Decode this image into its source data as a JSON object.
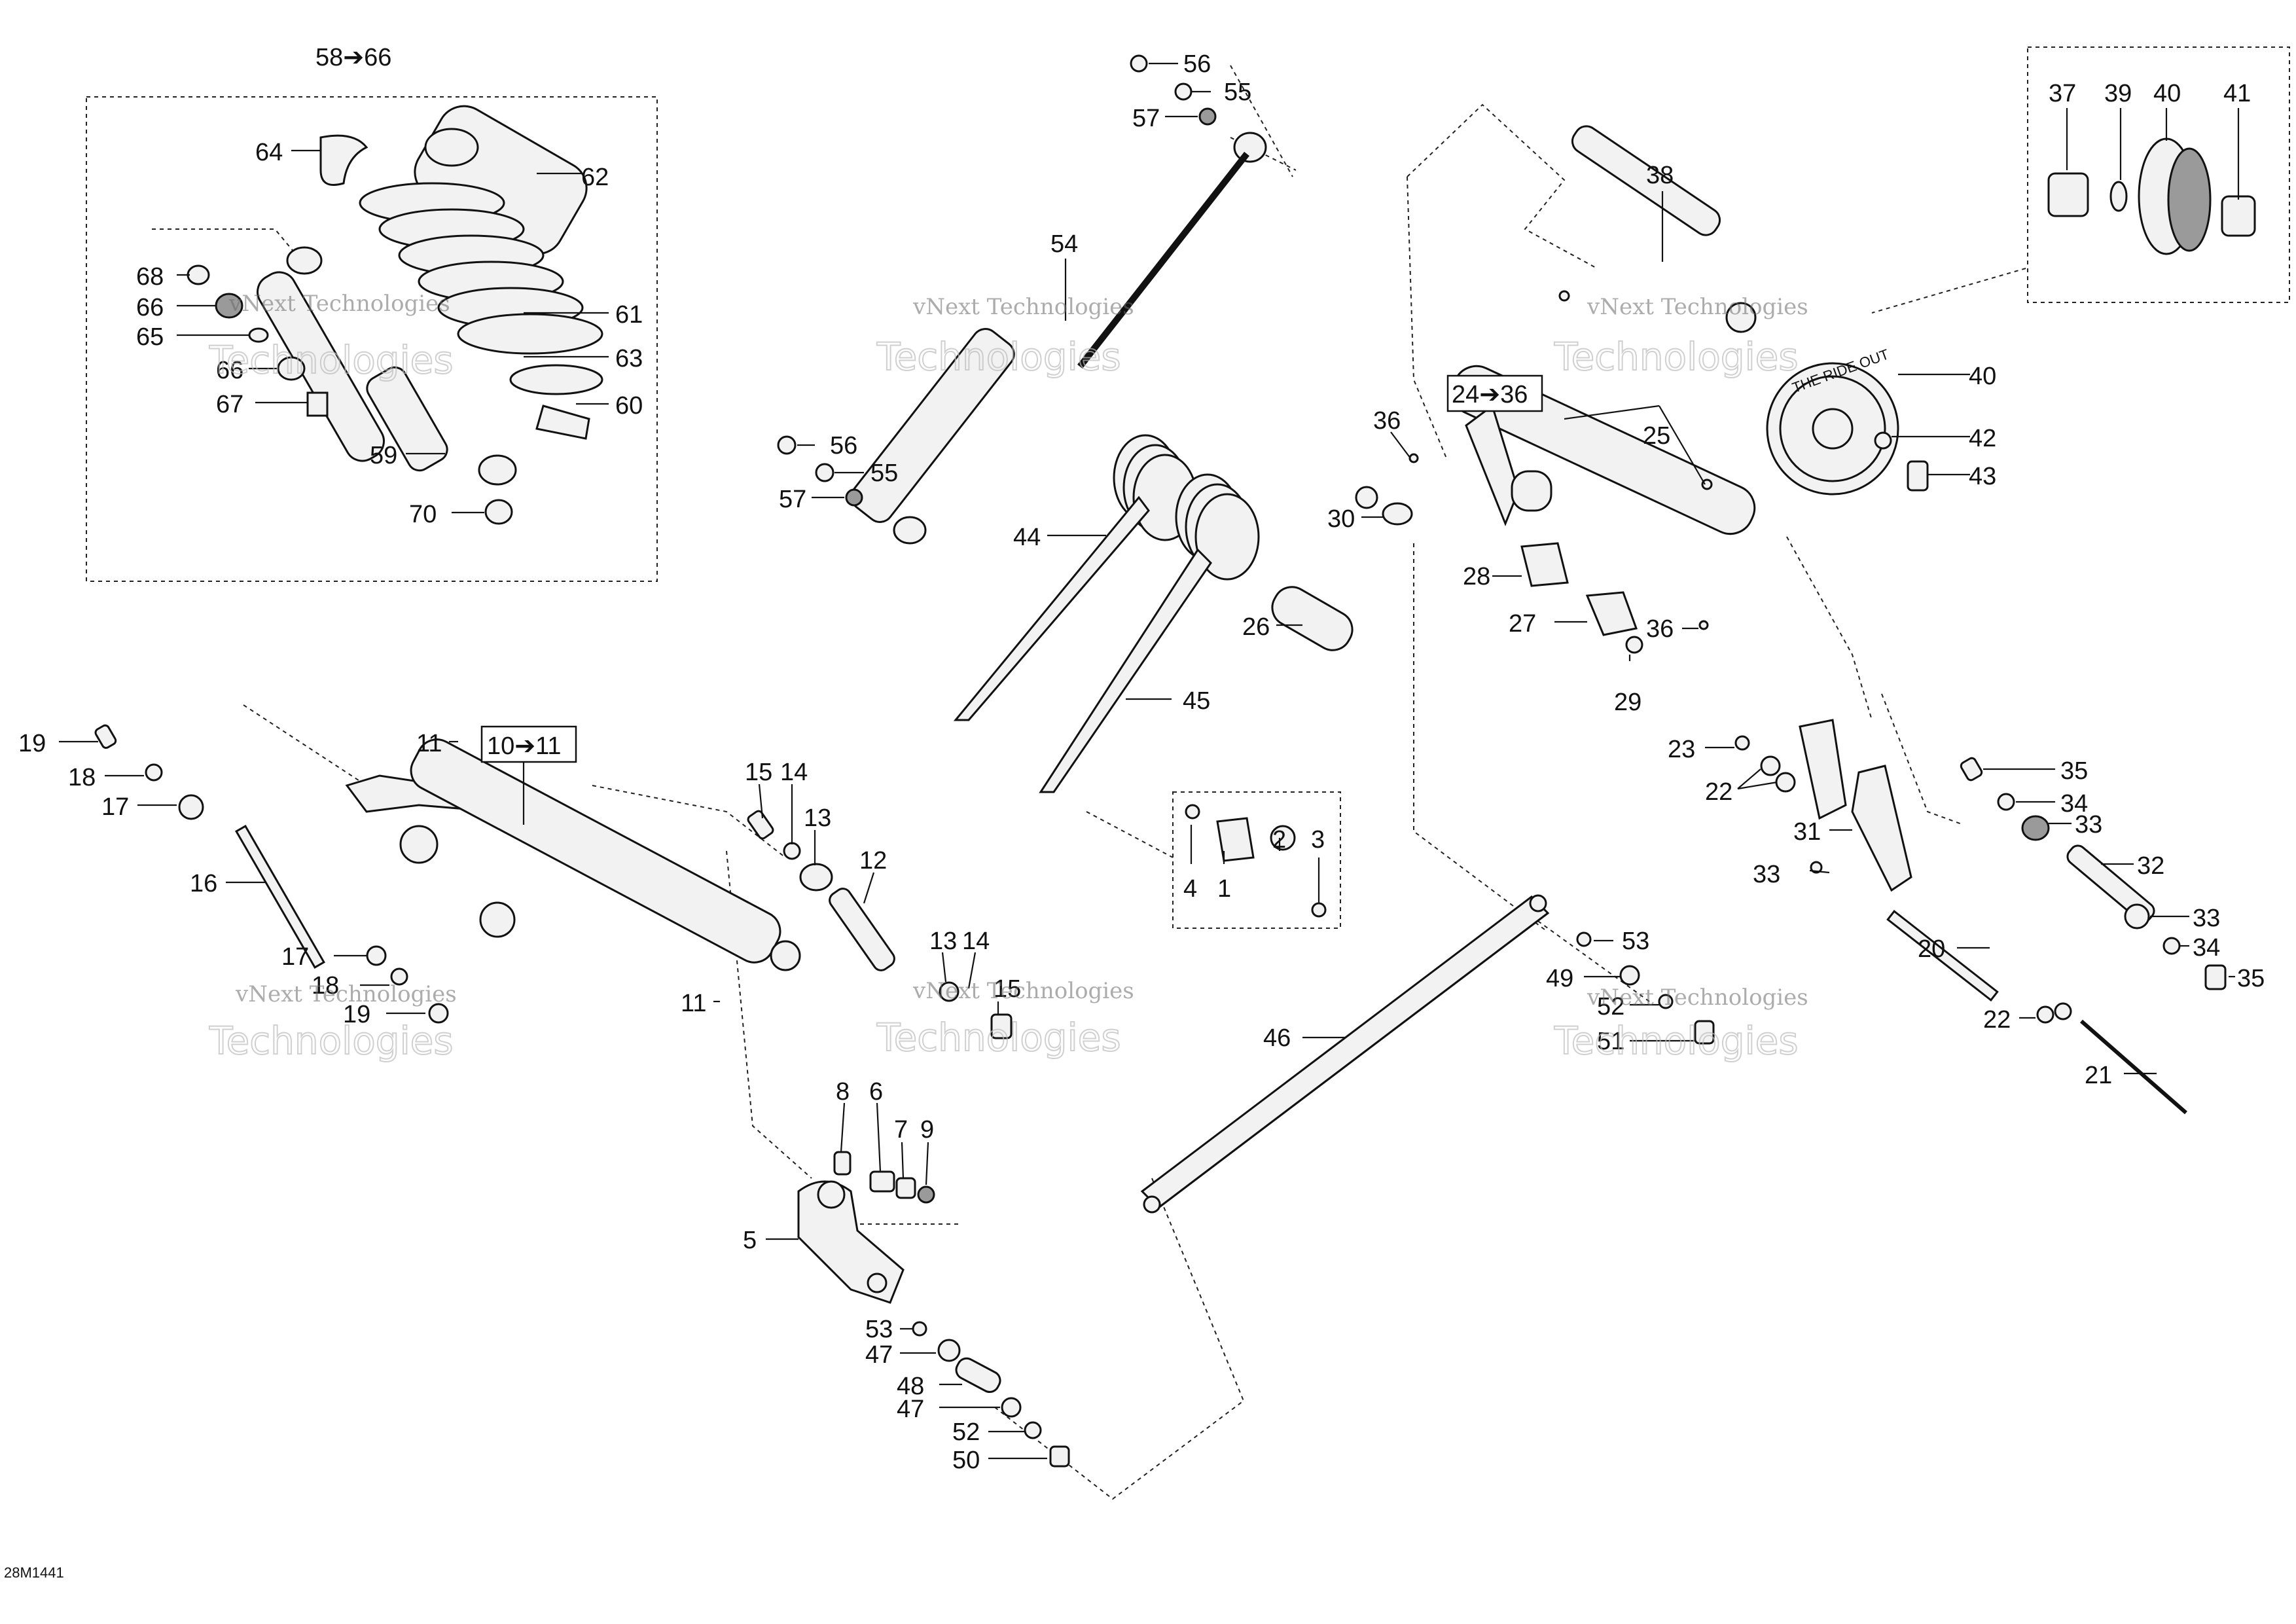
{
  "diagram_code": "28M1441",
  "group_labels": {
    "shock_group": "58➔66",
    "swing_arm_group": "10➔11",
    "rear_arm_group": "24➔36"
  },
  "watermark": {
    "line1": "vNext Technologies",
    "line2": "vNext",
    "line3": "Technologies"
  },
  "wheel_text": "THE RIDE OUT",
  "part_numbers": [
    {
      "id": "p58-66",
      "text": "58➔66"
    },
    {
      "id": "p64",
      "text": "64"
    },
    {
      "id": "p62",
      "text": "62"
    },
    {
      "id": "p68",
      "text": "68"
    },
    {
      "id": "p66a",
      "text": "66"
    },
    {
      "id": "p65",
      "text": "65"
    },
    {
      "id": "p61",
      "text": "61"
    },
    {
      "id": "p66b",
      "text": "66"
    },
    {
      "id": "p63",
      "text": "63"
    },
    {
      "id": "p67",
      "text": "67"
    },
    {
      "id": "p60",
      "text": "60"
    },
    {
      "id": "p59",
      "text": "59"
    },
    {
      "id": "p70",
      "text": "70"
    },
    {
      "id": "p56a",
      "text": "56"
    },
    {
      "id": "p55a",
      "text": "55"
    },
    {
      "id": "p57a",
      "text": "57"
    },
    {
      "id": "p54",
      "text": "54"
    },
    {
      "id": "p56b",
      "text": "56"
    },
    {
      "id": "p55b",
      "text": "55"
    },
    {
      "id": "p57b",
      "text": "57"
    },
    {
      "id": "p44",
      "text": "44"
    },
    {
      "id": "p26",
      "text": "26"
    },
    {
      "id": "p45",
      "text": "45"
    },
    {
      "id": "p4",
      "text": "4"
    },
    {
      "id": "p1",
      "text": "1"
    },
    {
      "id": "p2",
      "text": "2"
    },
    {
      "id": "p3",
      "text": "3"
    },
    {
      "id": "p38",
      "text": "38"
    },
    {
      "id": "p37",
      "text": "37"
    },
    {
      "id": "p39",
      "text": "39"
    },
    {
      "id": "p40a",
      "text": "40"
    },
    {
      "id": "p41",
      "text": "41"
    },
    {
      "id": "p40b",
      "text": "40"
    },
    {
      "id": "p42",
      "text": "42"
    },
    {
      "id": "p43",
      "text": "43"
    },
    {
      "id": "p24-36",
      "text": "24➔36"
    },
    {
      "id": "p25",
      "text": "25"
    },
    {
      "id": "p36a",
      "text": "36"
    },
    {
      "id": "p30",
      "text": "30"
    },
    {
      "id": "p28",
      "text": "28"
    },
    {
      "id": "p27",
      "text": "27"
    },
    {
      "id": "p36b",
      "text": "36"
    },
    {
      "id": "p29",
      "text": "29"
    },
    {
      "id": "p19a",
      "text": "19"
    },
    {
      "id": "p18a",
      "text": "18"
    },
    {
      "id": "p17a",
      "text": "17"
    },
    {
      "id": "p16",
      "text": "16"
    },
    {
      "id": "p17b",
      "text": "17"
    },
    {
      "id": "p18b",
      "text": "18"
    },
    {
      "id": "p19b",
      "text": "19"
    },
    {
      "id": "p11a",
      "text": "11"
    },
    {
      "id": "p10-11",
      "text": "10➔11"
    },
    {
      "id": "p11b",
      "text": "11"
    },
    {
      "id": "p15a",
      "text": "15"
    },
    {
      "id": "p14a",
      "text": "14"
    },
    {
      "id": "p13a",
      "text": "13"
    },
    {
      "id": "p12",
      "text": "12"
    },
    {
      "id": "p13b",
      "text": "13"
    },
    {
      "id": "p14b",
      "text": "14"
    },
    {
      "id": "p15b",
      "text": "15"
    },
    {
      "id": "p8",
      "text": "8"
    },
    {
      "id": "p6",
      "text": "6"
    },
    {
      "id": "p7",
      "text": "7"
    },
    {
      "id": "p9",
      "text": "9"
    },
    {
      "id": "p5",
      "text": "5"
    },
    {
      "id": "p53a",
      "text": "53"
    },
    {
      "id": "p47a",
      "text": "47"
    },
    {
      "id": "p48",
      "text": "48"
    },
    {
      "id": "p47b",
      "text": "47"
    },
    {
      "id": "p52a",
      "text": "52"
    },
    {
      "id": "p50",
      "text": "50"
    },
    {
      "id": "p46",
      "text": "46"
    },
    {
      "id": "p53b",
      "text": "53"
    },
    {
      "id": "p49",
      "text": "49"
    },
    {
      "id": "p52b",
      "text": "52"
    },
    {
      "id": "p51",
      "text": "51"
    },
    {
      "id": "p23",
      "text": "23"
    },
    {
      "id": "p22a",
      "text": "22"
    },
    {
      "id": "p31",
      "text": "31"
    },
    {
      "id": "p33a",
      "text": "33"
    },
    {
      "id": "p35a",
      "text": "35"
    },
    {
      "id": "p34a",
      "text": "34"
    },
    {
      "id": "p33b",
      "text": "33"
    },
    {
      "id": "p32",
      "text": "32"
    },
    {
      "id": "p33c",
      "text": "33"
    },
    {
      "id": "p34b",
      "text": "34"
    },
    {
      "id": "p35b",
      "text": "35"
    },
    {
      "id": "p20",
      "text": "20"
    },
    {
      "id": "p22b",
      "text": "22"
    },
    {
      "id": "p21",
      "text": "21"
    }
  ]
}
